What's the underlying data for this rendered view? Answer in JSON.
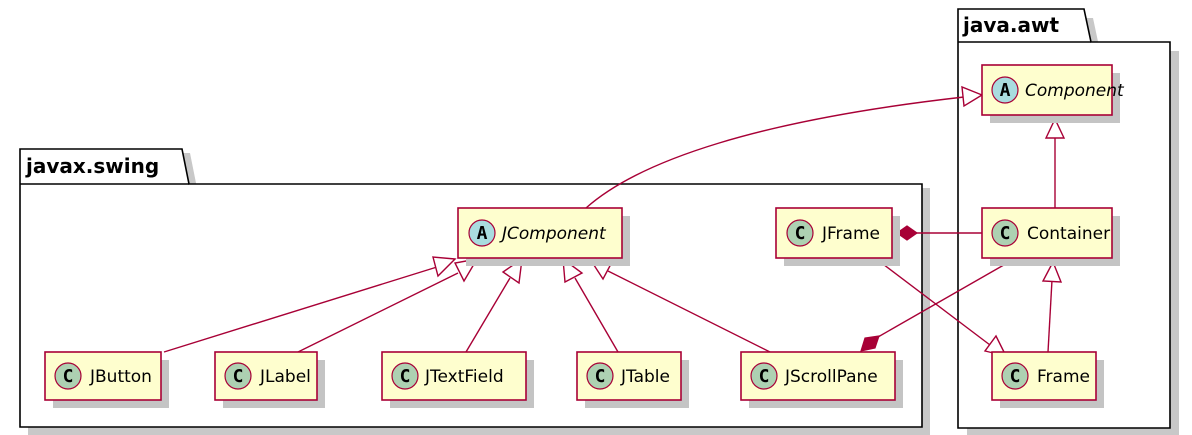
{
  "packages": {
    "awt": {
      "title": "java.awt"
    },
    "swing": {
      "title": "javax.swing"
    }
  },
  "classes": {
    "component": {
      "name": "Component",
      "stereotype": "A",
      "abstract": true,
      "package": "java.awt"
    },
    "container": {
      "name": "Container",
      "stereotype": "C",
      "abstract": false,
      "package": "java.awt"
    },
    "frame": {
      "name": "Frame",
      "stereotype": "C",
      "abstract": false,
      "package": "java.awt"
    },
    "jcomponent": {
      "name": "JComponent",
      "stereotype": "A",
      "abstract": true,
      "package": "javax.swing"
    },
    "jframe": {
      "name": "JFrame",
      "stereotype": "C",
      "abstract": false,
      "package": "javax.swing"
    },
    "jbutton": {
      "name": "JButton",
      "stereotype": "C",
      "abstract": false,
      "package": "javax.swing"
    },
    "jlabel": {
      "name": "JLabel",
      "stereotype": "C",
      "abstract": false,
      "package": "javax.swing"
    },
    "jtextfield": {
      "name": "JTextField",
      "stereotype": "C",
      "abstract": false,
      "package": "javax.swing"
    },
    "jtable": {
      "name": "JTable",
      "stereotype": "C",
      "abstract": false,
      "package": "javax.swing"
    },
    "jscrollpane": {
      "name": "JScrollPane",
      "stereotype": "C",
      "abstract": false,
      "package": "javax.swing"
    }
  },
  "relations": [
    {
      "from": "JComponent",
      "to": "Component",
      "type": "inheritance"
    },
    {
      "from": "Container",
      "to": "Component",
      "type": "inheritance"
    },
    {
      "from": "Frame",
      "to": "Container",
      "type": "inheritance"
    },
    {
      "from": "JFrame",
      "to": "Frame",
      "type": "inheritance"
    },
    {
      "from": "JButton",
      "to": "JComponent",
      "type": "inheritance"
    },
    {
      "from": "JLabel",
      "to": "JComponent",
      "type": "inheritance"
    },
    {
      "from": "JTextField",
      "to": "JComponent",
      "type": "inheritance"
    },
    {
      "from": "JTable",
      "to": "JComponent",
      "type": "inheritance"
    },
    {
      "from": "JScrollPane",
      "to": "JComponent",
      "type": "inheritance"
    },
    {
      "from": "Container",
      "to": "JFrame",
      "type": "composition"
    },
    {
      "from": "Container",
      "to": "JScrollPane",
      "type": "composition"
    }
  ],
  "colors": {
    "class_fill": "#fefece",
    "class_border": "#a80036",
    "edge": "#a80036",
    "abstract_badge": "#a9dcdf",
    "class_badge": "#add1b2"
  }
}
